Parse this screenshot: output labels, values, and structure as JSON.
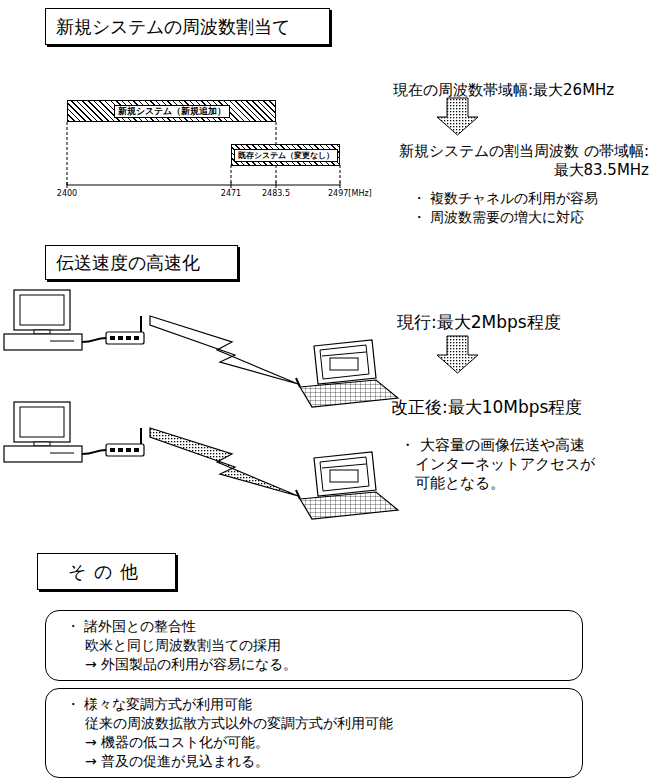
{
  "diagram": {
    "nodes": [
      {
        "text": [
          "新規システムの周波数割当て"
        ]
      },
      {
        "text": [
          "新規システム（新規追加）"
        ]
      },
      {
        "text": [
          "既存システム（変更なし）"
        ]
      },
      {
        "text": [
          "伝送速度の高速化"
        ]
      },
      {
        "text": [
          "その他"
        ]
      },
      {
        "text": [
          "・ 諸外国との整合性",
          "欧米と同じ周波数割当ての採用",
          "→ 外国製品の利用が容易になる。"
        ]
      },
      {
        "text": [
          "・ 様々な変調方式が利用可能",
          "従来の周波数拡散方式以外の変調方式が利用可能",
          "→ 機器の低コスト化が可能。",
          "→ 普及の促進が見込まれる。"
        ]
      }
    ],
    "labels": [
      "2400",
      "2471",
      "2483.5",
      "2497[MHz]",
      "現在の周波数帯域幅:最大26MHz",
      "新規システムの割当周波数 の帯域幅:最大83.5MHz",
      "・ 複数チャネルの利用が容易",
      "・ 周波数需要の増大に対応",
      "現行:最大2Mbps程度",
      "改正後:最大10Mbps程度",
      "・ 大容量の画像伝送や高速 インターネットアクセスが 可能となる。"
    ]
  }
}
